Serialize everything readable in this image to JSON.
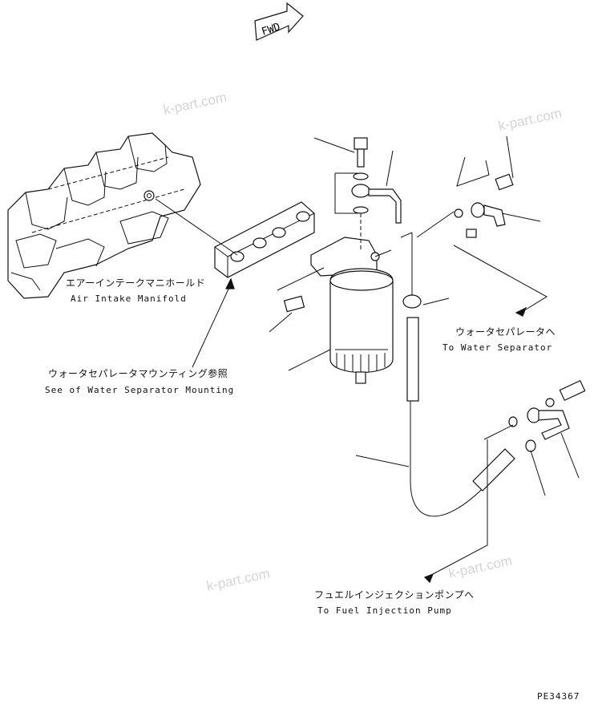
{
  "watermarks": [
    "k-part.com",
    "k-part.com",
    "k-part.com",
    "k-part.com"
  ],
  "fwd_label": "FWD",
  "labels": {
    "air_intake_manifold_jp": "エアーインテークマニホールド",
    "air_intake_manifold_en": "Air Intake Manifold",
    "water_separator_mount_jp": "ウォータセパレータマウンティング参照",
    "water_separator_mount_en": "See of Water Separator Mounting",
    "to_water_separator_jp": "ウォータセパレータへ",
    "to_water_separator_en": "To Water Separator",
    "to_fuel_pump_jp": "フュエルインジェクションポンプへ",
    "to_fuel_pump_en": "To Fuel Injection Pump"
  },
  "drawing_number": "PE34367"
}
